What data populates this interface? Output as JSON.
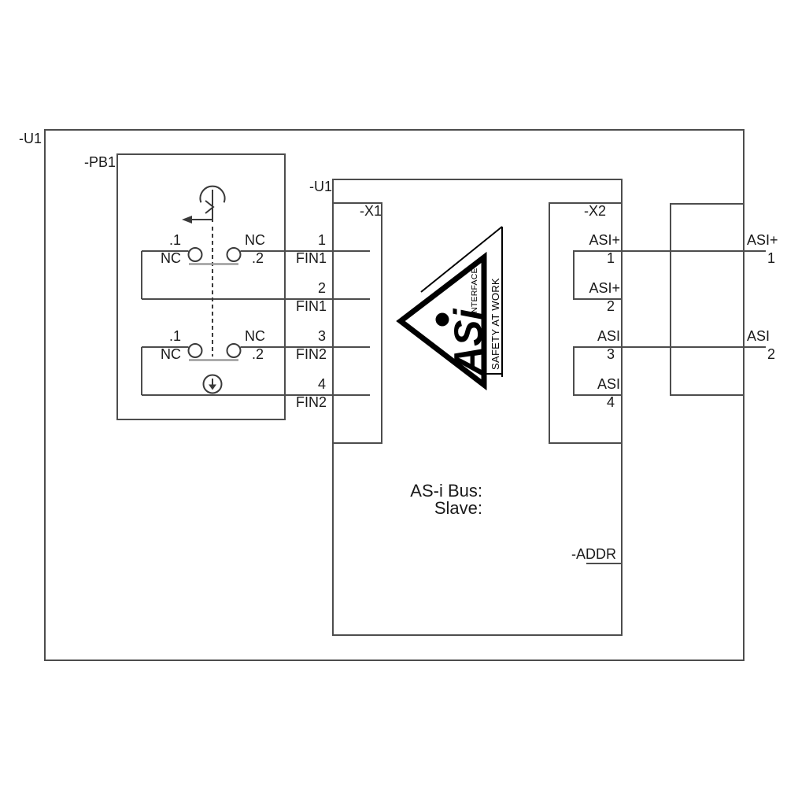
{
  "diagram": {
    "outer_unit_label": "-U1",
    "pushbutton_label": "-PB1",
    "device_label": "-U1",
    "x1_label": "-X1",
    "x2_label": "-X2",
    "addr_label": "-ADDR",
    "device_line1": "AS-i Bus:",
    "device_line2": "Slave:"
  },
  "pushbutton": {
    "contacts": [
      {
        "pin_left": ".1",
        "type_left": "NC",
        "type_right": "NC",
        "pin_right": ".2"
      },
      {
        "pin_left": ".1",
        "type_left": "NC",
        "type_right": "NC",
        "pin_right": ".2"
      }
    ]
  },
  "x1_pins": [
    {
      "number": "1",
      "name": "FIN1"
    },
    {
      "number": "2",
      "name": "FIN1"
    },
    {
      "number": "3",
      "name": "FIN2"
    },
    {
      "number": "4",
      "name": "FIN2"
    }
  ],
  "x2_pins": [
    {
      "name": "ASI+",
      "number": "1"
    },
    {
      "name": "ASI+",
      "number": "2"
    },
    {
      "name": "ASI",
      "number": "3"
    },
    {
      "name": "ASI",
      "number": "4"
    }
  ],
  "bus_terminals": [
    {
      "name": "ASI+",
      "number": "1"
    },
    {
      "name": "ASI",
      "number": "2"
    }
  ],
  "logo": {
    "main": "ASi",
    "interface": "INTERFACE",
    "safety": "SAFETY AT WORK"
  },
  "colors": {
    "line": "#4d4d4d",
    "symbol": "#3a3a3a",
    "text": "#1a1a1a",
    "logo": "#000000",
    "contact_bar": "#9c9c9c",
    "background": "#ffffff"
  }
}
